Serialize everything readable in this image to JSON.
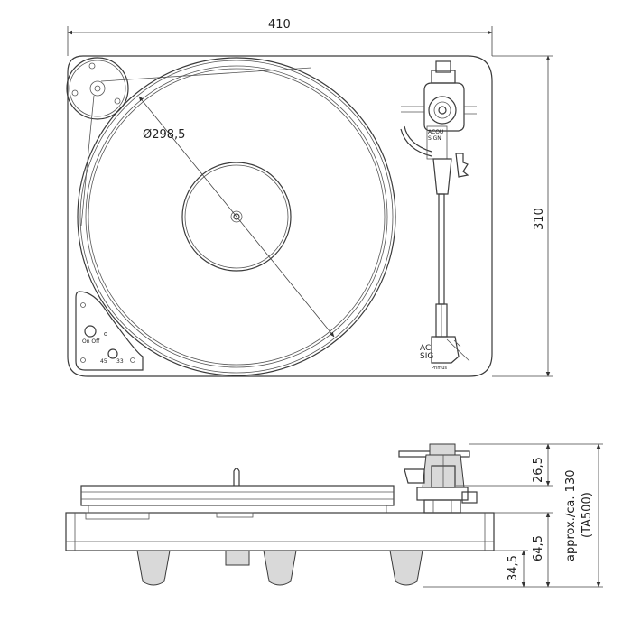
{
  "dimensions": {
    "width": "410",
    "depth": "310",
    "platter_diameter": "Ø298,5",
    "tonearm_height": "26,5",
    "plinth_height": "64,5",
    "foot_height": "34,5",
    "total_height_line1": "approx./ca. 130",
    "total_height_line2": "(TA500)"
  },
  "controls": {
    "power_label": "On Off",
    "speed_45": "45",
    "speed_33": "33"
  },
  "logo": {
    "line1": "AC",
    "line2": "SIG",
    "line3": "Primus"
  },
  "tonearm_label": {
    "line1": "ACOU",
    "line2": "SIGN"
  }
}
